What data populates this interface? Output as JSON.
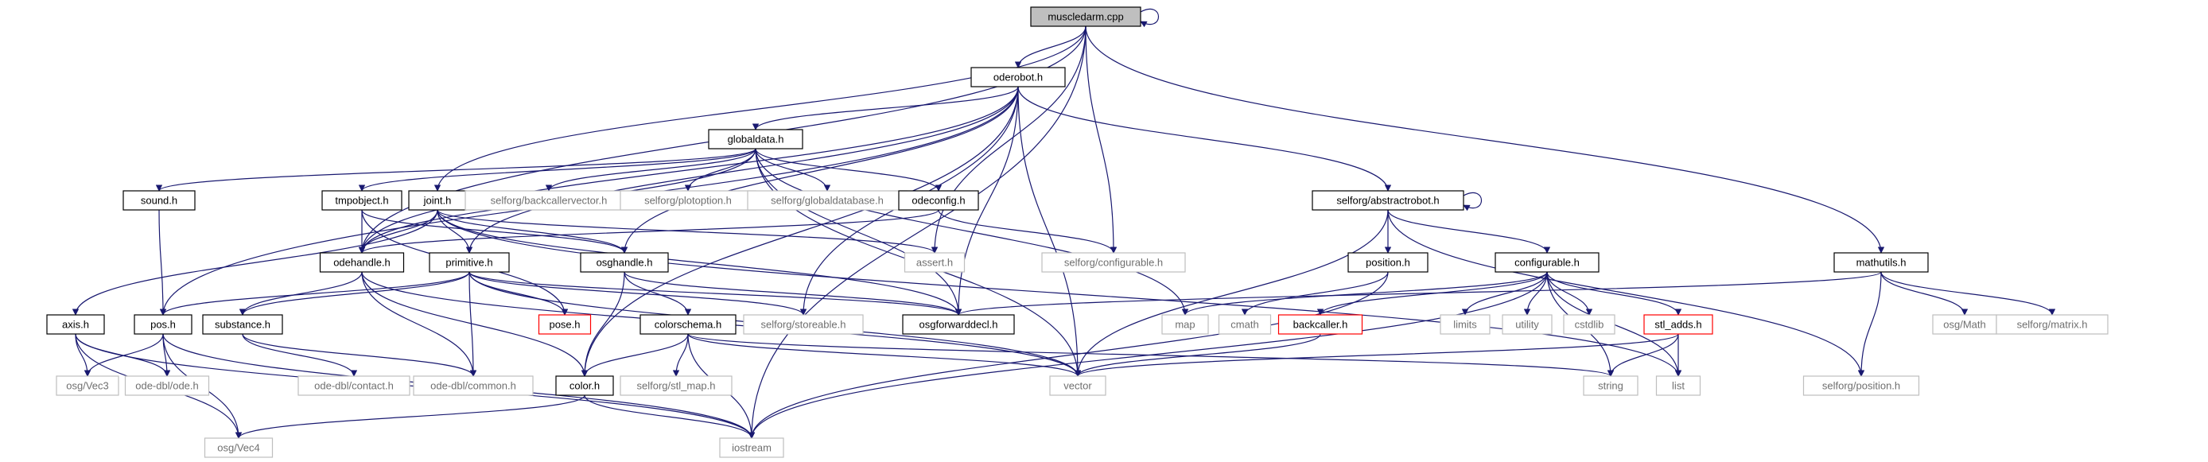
{
  "graph": {
    "root": "muscledarm.cpp",
    "colors": {
      "root_fill": "#bfbfbf",
      "node_border": "#000000",
      "external_border": "#bfbfbf",
      "external_text": "#6f6f6f",
      "missing_border": "#ff0000",
      "edge": "#191970"
    },
    "nodes": [
      {
        "id": "muscledarm",
        "label": "muscledarm.cpp",
        "kind": "root"
      },
      {
        "id": "oderobot",
        "label": "oderobot.h",
        "kind": "normal"
      },
      {
        "id": "globaldata",
        "label": "globaldata.h",
        "kind": "normal"
      },
      {
        "id": "abstractrobot",
        "label": "selforg/abstractrobot.h",
        "kind": "normal"
      },
      {
        "id": "mathutils",
        "label": "mathutils.h",
        "kind": "normal"
      },
      {
        "id": "sound",
        "label": "sound.h",
        "kind": "normal"
      },
      {
        "id": "tmpobject",
        "label": "tmpobject.h",
        "kind": "normal"
      },
      {
        "id": "joint",
        "label": "joint.h",
        "kind": "normal"
      },
      {
        "id": "backcallervector",
        "label": "selforg/backcallervector.h",
        "kind": "external"
      },
      {
        "id": "plotoption",
        "label": "selforg/plotoption.h",
        "kind": "external"
      },
      {
        "id": "globaldatabase",
        "label": "selforg/globaldatabase.h",
        "kind": "external"
      },
      {
        "id": "odeconfig",
        "label": "odeconfig.h",
        "kind": "normal"
      },
      {
        "id": "position",
        "label": "position.h",
        "kind": "normal"
      },
      {
        "id": "configurable",
        "label": "configurable.h",
        "kind": "normal"
      },
      {
        "id": "odehandle",
        "label": "odehandle.h",
        "kind": "normal"
      },
      {
        "id": "primitive",
        "label": "primitive.h",
        "kind": "normal"
      },
      {
        "id": "osghandle",
        "label": "osghandle.h",
        "kind": "normal"
      },
      {
        "id": "assert",
        "label": "assert.h",
        "kind": "external"
      },
      {
        "id": "selforgconfigurable",
        "label": "selforg/configurable.h",
        "kind": "external"
      },
      {
        "id": "axis",
        "label": "axis.h",
        "kind": "normal"
      },
      {
        "id": "pos",
        "label": "pos.h",
        "kind": "normal"
      },
      {
        "id": "substance",
        "label": "substance.h",
        "kind": "normal"
      },
      {
        "id": "pose",
        "label": "pose.h",
        "kind": "missing"
      },
      {
        "id": "colorschema",
        "label": "colorschema.h",
        "kind": "normal"
      },
      {
        "id": "storeable",
        "label": "selforg/storeable.h",
        "kind": "external"
      },
      {
        "id": "osgforwarddecl",
        "label": "osgforwarddecl.h",
        "kind": "normal"
      },
      {
        "id": "map",
        "label": "map",
        "kind": "external"
      },
      {
        "id": "cmath",
        "label": "cmath",
        "kind": "external"
      },
      {
        "id": "backcaller",
        "label": "backcaller.h",
        "kind": "missing"
      },
      {
        "id": "limits",
        "label": "limits",
        "kind": "external"
      },
      {
        "id": "utility",
        "label": "utility",
        "kind": "external"
      },
      {
        "id": "cstdlib",
        "label": "cstdlib",
        "kind": "external"
      },
      {
        "id": "stladds",
        "label": "stl_adds.h",
        "kind": "missing"
      },
      {
        "id": "osgmath",
        "label": "osg/Math",
        "kind": "external"
      },
      {
        "id": "selforgmatrix",
        "label": "selforg/matrix.h",
        "kind": "external"
      },
      {
        "id": "osgvec3",
        "label": "osg/Vec3",
        "kind": "external"
      },
      {
        "id": "odedbode",
        "label": "ode-dbl/ode.h",
        "kind": "external"
      },
      {
        "id": "odedbcontact",
        "label": "ode-dbl/contact.h",
        "kind": "external"
      },
      {
        "id": "odedbcommon",
        "label": "ode-dbl/common.h",
        "kind": "external"
      },
      {
        "id": "color",
        "label": "color.h",
        "kind": "normal"
      },
      {
        "id": "stlmap",
        "label": "selforg/stl_map.h",
        "kind": "external"
      },
      {
        "id": "vector",
        "label": "vector",
        "kind": "external"
      },
      {
        "id": "string",
        "label": "string",
        "kind": "external"
      },
      {
        "id": "list",
        "label": "list",
        "kind": "external"
      },
      {
        "id": "selforgposition",
        "label": "selforg/position.h",
        "kind": "external"
      },
      {
        "id": "osgvec4",
        "label": "osg/Vec4",
        "kind": "external"
      },
      {
        "id": "iostream",
        "label": "iostream",
        "kind": "external"
      }
    ],
    "edges": [
      [
        "muscledarm",
        "muscledarm"
      ],
      [
        "muscledarm",
        "oderobot"
      ],
      [
        "muscledarm",
        "joint"
      ],
      [
        "muscledarm",
        "odehandle"
      ],
      [
        "muscledarm",
        "assert"
      ],
      [
        "muscledarm",
        "selforgconfigurable"
      ],
      [
        "muscledarm",
        "mathutils"
      ],
      [
        "muscledarm",
        "iostream"
      ],
      [
        "oderobot",
        "globaldata"
      ],
      [
        "oderobot",
        "abstractrobot"
      ],
      [
        "oderobot",
        "odehandle"
      ],
      [
        "oderobot",
        "osghandle"
      ],
      [
        "oderobot",
        "storeable"
      ],
      [
        "oderobot",
        "osgforwarddecl"
      ],
      [
        "oderobot",
        "vector"
      ],
      [
        "oderobot",
        "pos"
      ],
      [
        "oderobot",
        "color"
      ],
      [
        "oderobot",
        "primitive"
      ],
      [
        "globaldata",
        "sound"
      ],
      [
        "globaldata",
        "tmpobject"
      ],
      [
        "globaldata",
        "backcallervector"
      ],
      [
        "globaldata",
        "plotoption"
      ],
      [
        "globaldata",
        "globaldatabase"
      ],
      [
        "globaldata",
        "odeconfig"
      ],
      [
        "globaldata",
        "odehandle"
      ],
      [
        "globaldata",
        "map"
      ],
      [
        "globaldata",
        "vector"
      ],
      [
        "globaldata",
        "osgforwarddecl"
      ],
      [
        "abstractrobot",
        "abstractrobot"
      ],
      [
        "abstractrobot",
        "position"
      ],
      [
        "abstractrobot",
        "configurable"
      ],
      [
        "abstractrobot",
        "vector"
      ],
      [
        "abstractrobot",
        "selforgposition"
      ],
      [
        "mathutils",
        "osgforwarddecl"
      ],
      [
        "mathutils",
        "osgmath"
      ],
      [
        "mathutils",
        "selforgmatrix"
      ],
      [
        "mathutils",
        "selforgposition"
      ],
      [
        "sound",
        "pos"
      ],
      [
        "tmpobject",
        "odehandle"
      ],
      [
        "tmpobject",
        "osghandle"
      ],
      [
        "tmpobject",
        "pose"
      ],
      [
        "joint",
        "primitive"
      ],
      [
        "joint",
        "odehandle"
      ],
      [
        "joint",
        "osghandle"
      ],
      [
        "joint",
        "axis"
      ],
      [
        "joint",
        "assert"
      ],
      [
        "joint",
        "list"
      ],
      [
        "joint",
        "osgforwarddecl"
      ],
      [
        "odeconfig",
        "selforgconfigurable"
      ],
      [
        "odeconfig",
        "odehandle"
      ],
      [
        "position",
        "iostream"
      ],
      [
        "position",
        "cmath"
      ],
      [
        "configurable",
        "backcaller"
      ],
      [
        "configurable",
        "map"
      ],
      [
        "configurable",
        "limits"
      ],
      [
        "configurable",
        "utility"
      ],
      [
        "configurable",
        "cstdlib"
      ],
      [
        "configurable",
        "stladds"
      ],
      [
        "configurable",
        "string"
      ],
      [
        "configurable",
        "list"
      ],
      [
        "configurable",
        "iostream"
      ],
      [
        "odehandle",
        "substance"
      ],
      [
        "odehandle",
        "odedbcommon"
      ],
      [
        "odehandle",
        "vector"
      ],
      [
        "odehandle",
        "color"
      ],
      [
        "primitive",
        "pos"
      ],
      [
        "primitive",
        "pose"
      ],
      [
        "primitive",
        "substance"
      ],
      [
        "primitive",
        "storeable"
      ],
      [
        "primitive",
        "osgforwarddecl"
      ],
      [
        "primitive",
        "odedbcommon"
      ],
      [
        "primitive",
        "vector"
      ],
      [
        "osghandle",
        "osgforwarddecl"
      ],
      [
        "osghandle",
        "colorschema"
      ],
      [
        "osghandle",
        "color"
      ],
      [
        "axis",
        "osgvec3"
      ],
      [
        "axis",
        "odedbode"
      ],
      [
        "axis",
        "osgvec4"
      ],
      [
        "axis",
        "iostream"
      ],
      [
        "pos",
        "osgvec3"
      ],
      [
        "pos",
        "odedbode"
      ],
      [
        "pos",
        "osgvec4"
      ],
      [
        "pos",
        "iostream"
      ],
      [
        "substance",
        "odedbcontact"
      ],
      [
        "substance",
        "odedbcommon"
      ],
      [
        "colorschema",
        "color"
      ],
      [
        "colorschema",
        "stlmap"
      ],
      [
        "colorschema",
        "vector"
      ],
      [
        "colorschema",
        "string"
      ],
      [
        "colorschema",
        "iostream"
      ],
      [
        "backcaller",
        "vector"
      ],
      [
        "stladds",
        "list"
      ],
      [
        "stladds",
        "string"
      ],
      [
        "stladds",
        "vector"
      ],
      [
        "color",
        "osgvec4"
      ],
      [
        "color",
        "iostream"
      ]
    ]
  }
}
